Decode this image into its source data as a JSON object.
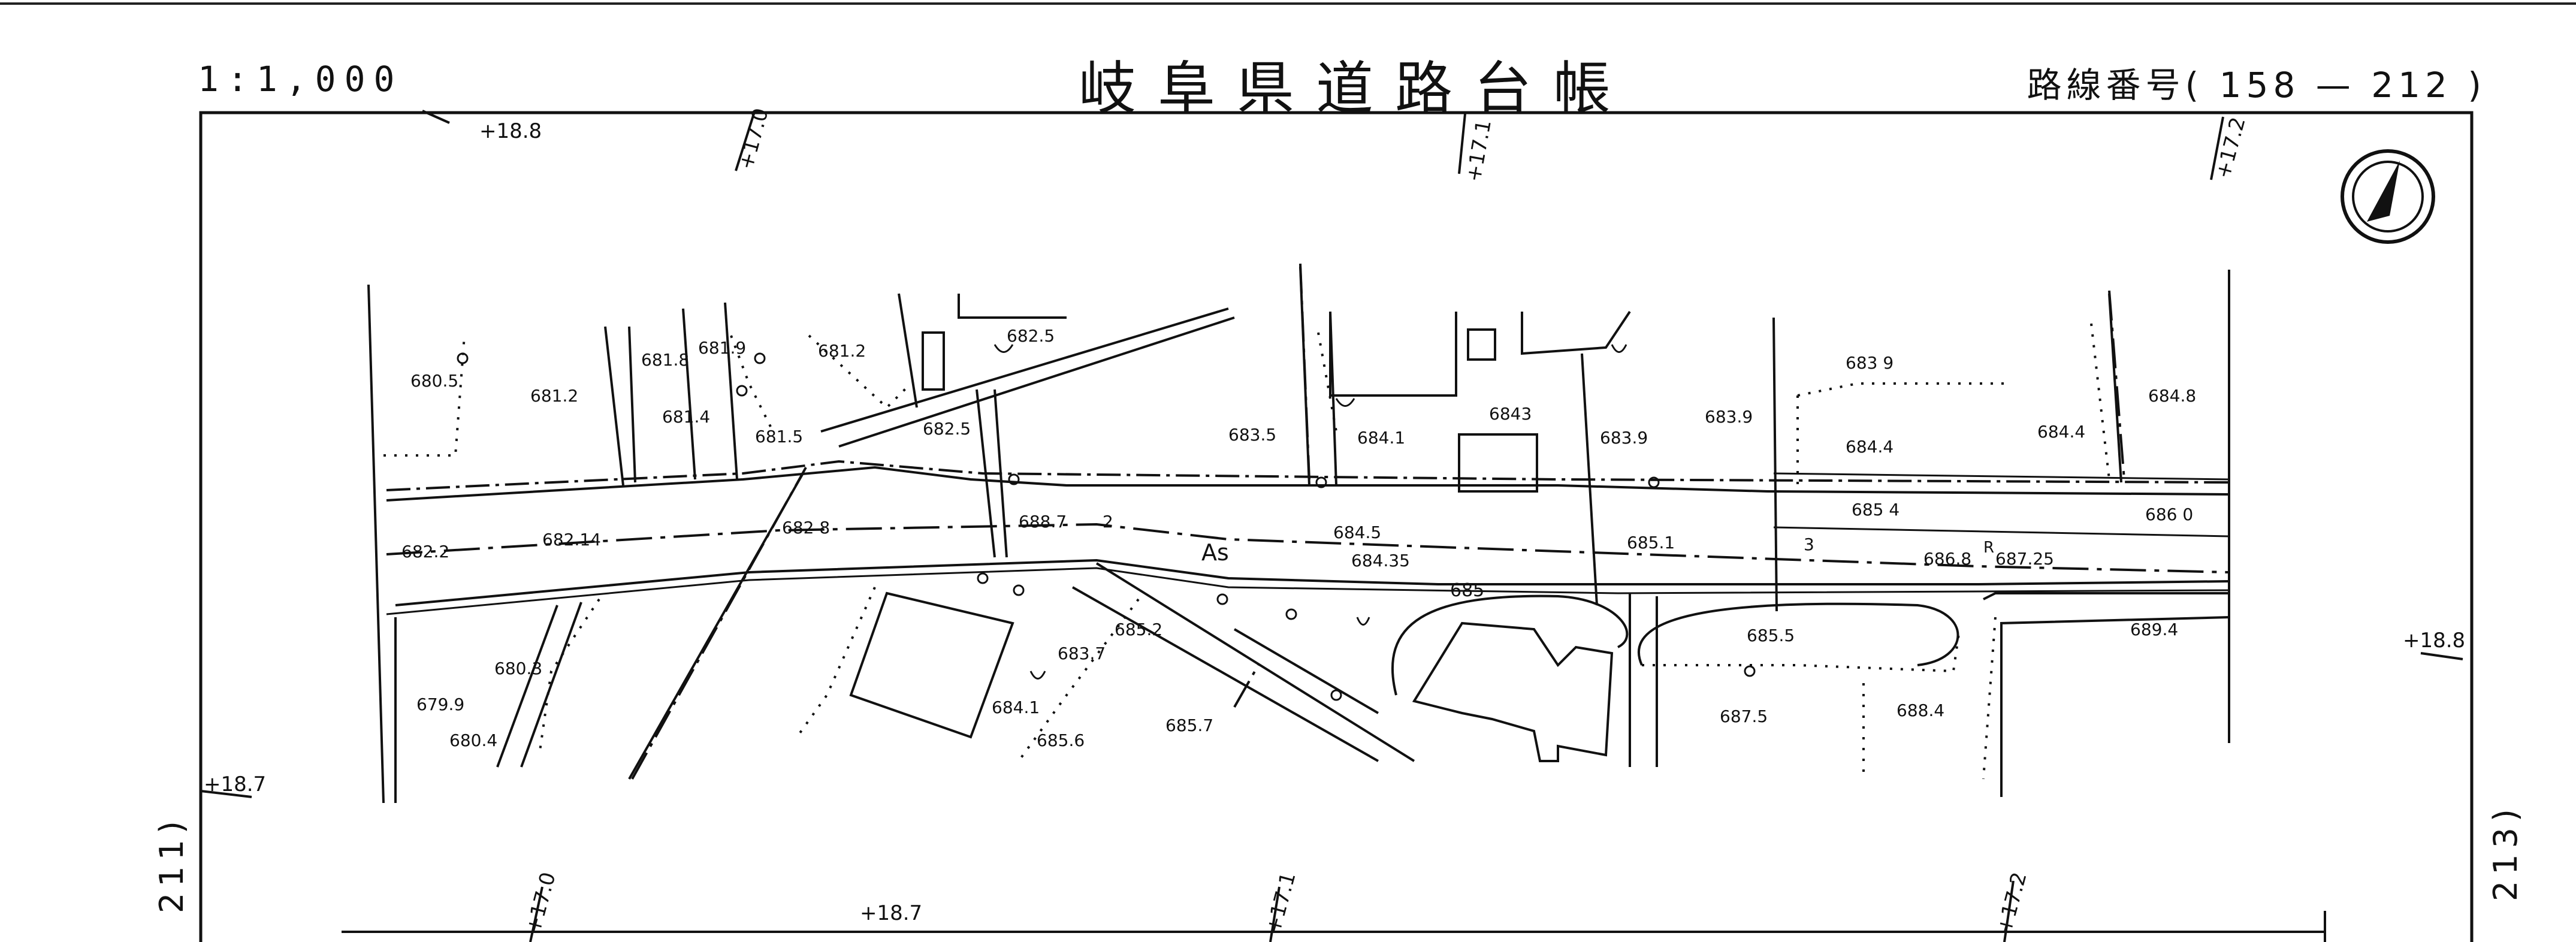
{
  "header": {
    "scale": "1:1,000",
    "title": "岐阜県道路台帳",
    "route_number": "路線番号( 158 — 212 )"
  },
  "side_labels": {
    "left": "211)",
    "right": "213)"
  },
  "map": {
    "surface_label": "As",
    "r_label": "R",
    "lane_labels": [
      "2",
      "3"
    ],
    "stations": [
      "+18.8",
      "+17.0",
      "+17.1",
      "+17.2",
      "+18.8",
      "+18.7",
      "+17.0",
      "+18.7",
      "+17.1",
      "+17.2"
    ],
    "contour_label": "685",
    "elevations": [
      "680.5",
      "681.2",
      "681.8",
      "681.9",
      "681.2",
      "682.5",
      "681.4",
      "681.5",
      "682.5",
      "683.5",
      "684.1",
      "6843",
      "683.9",
      "683.9",
      "683 9",
      "684.4",
      "684.4",
      "684.8",
      "682.2",
      "682.14",
      "682 8",
      "688.7",
      "684.5",
      "685.1",
      "685 4",
      "686 0",
      "684.35",
      "686.8",
      "687.25",
      "685.2",
      "683.7",
      "685.5",
      "689.4",
      "680.3",
      "679.9",
      "680.4",
      "684.1",
      "685.7",
      "685.6",
      "687.5",
      "688.4"
    ]
  },
  "icons": {
    "north_arrow": "north-arrow-icon"
  }
}
